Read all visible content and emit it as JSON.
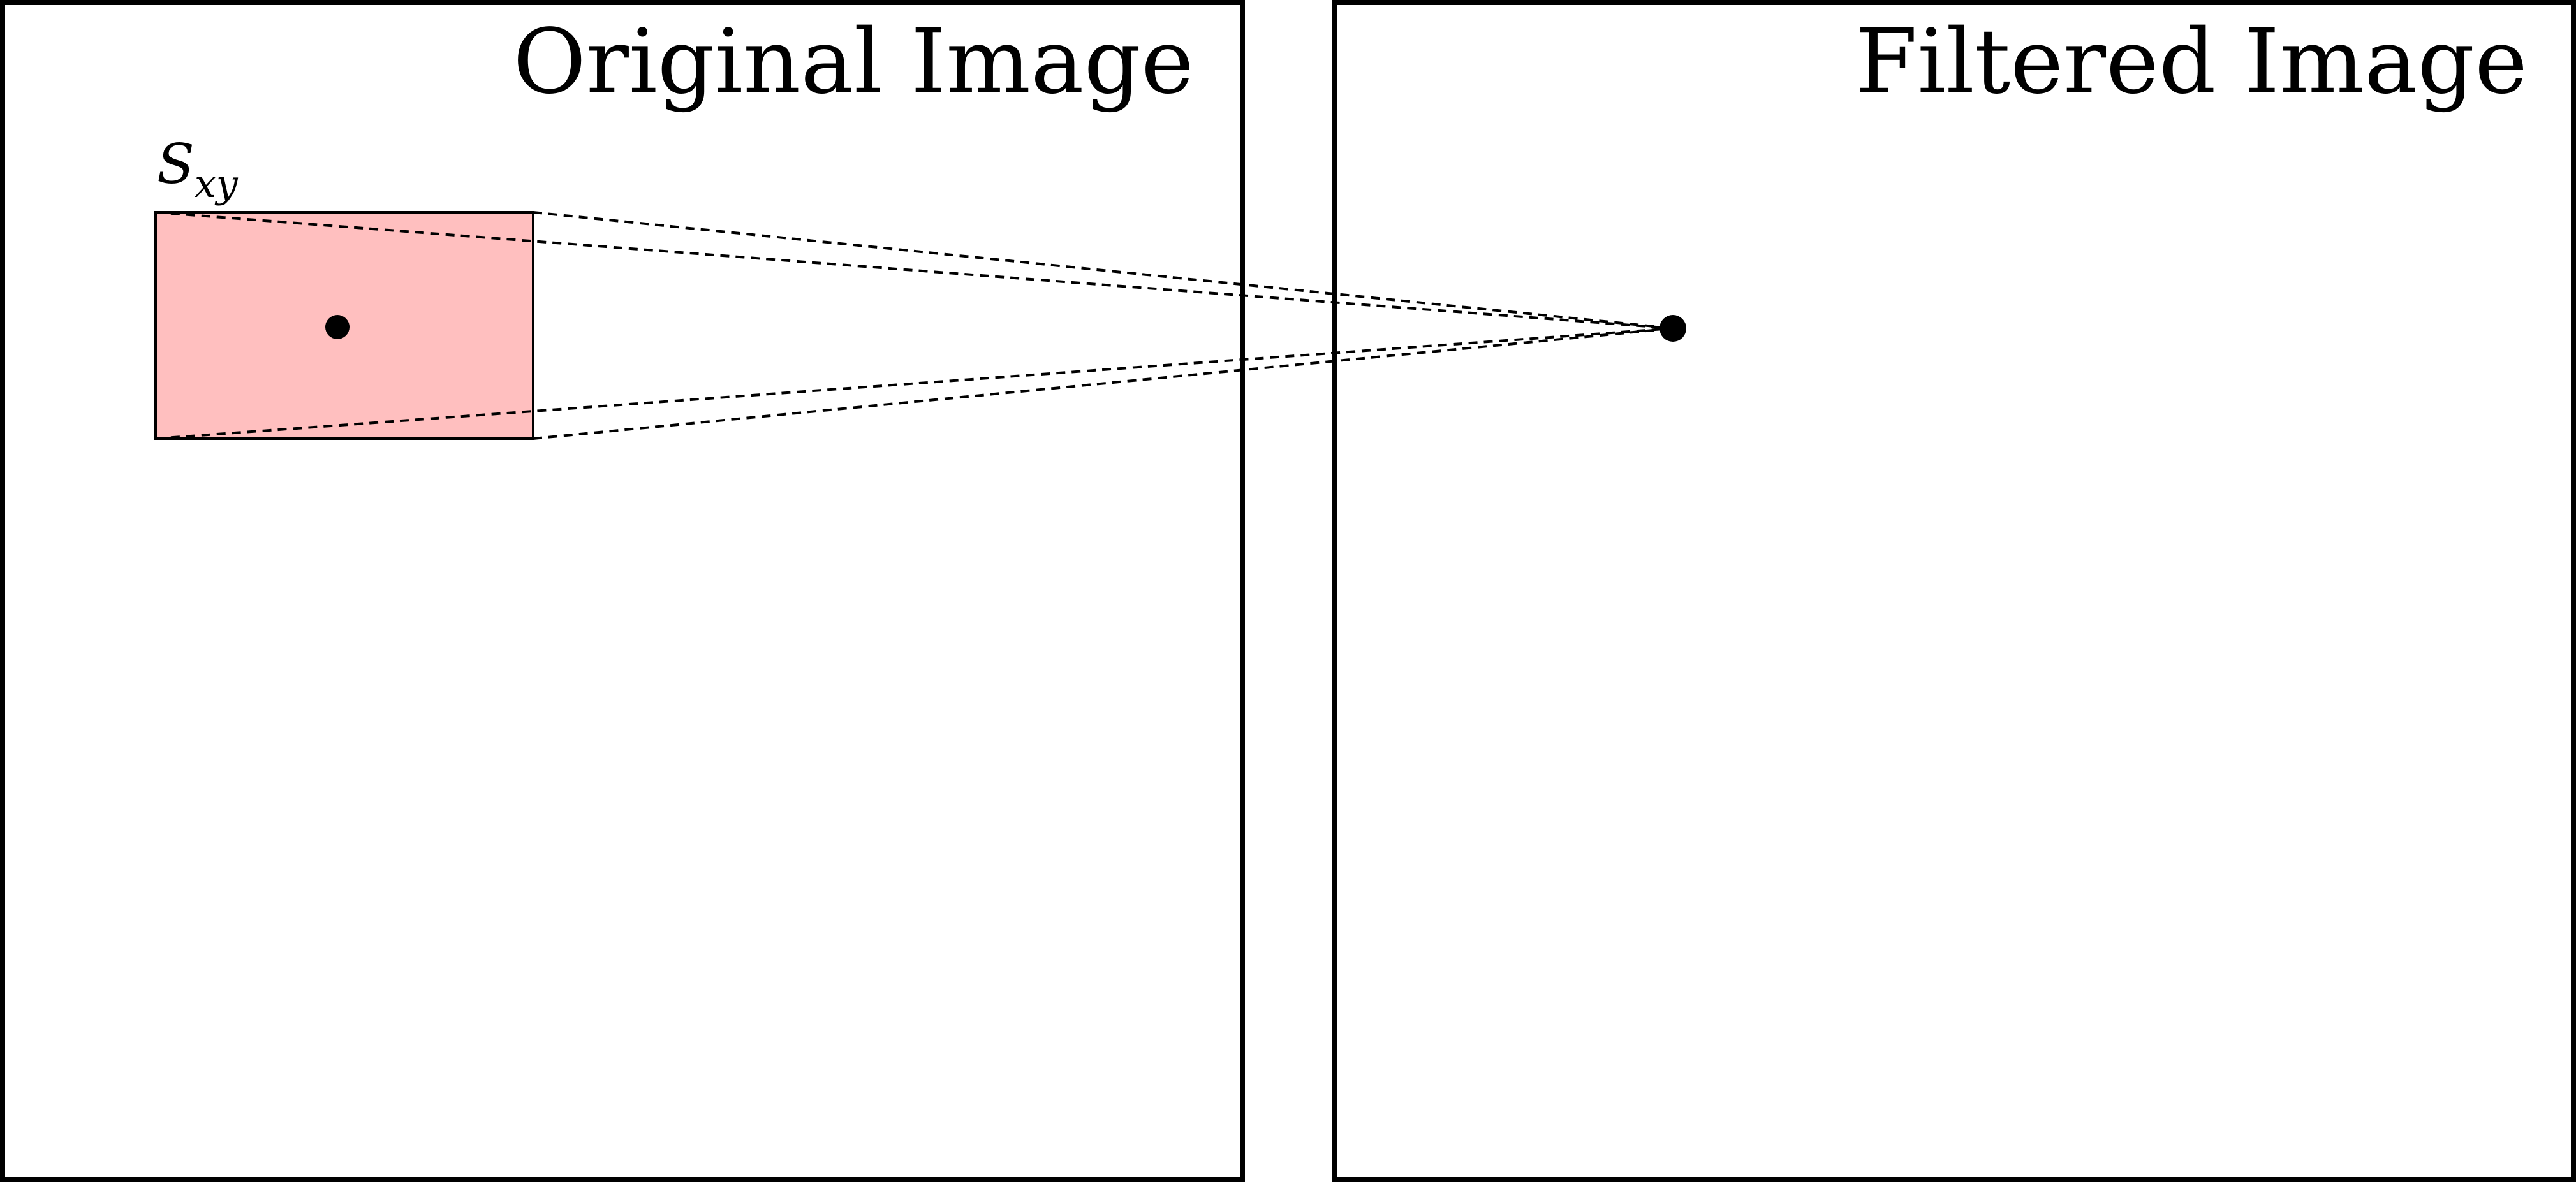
{
  "original_panel": {
    "title": "Original Image"
  },
  "filtered_panel": {
    "title": "Filtered Image"
  },
  "neighborhood": {
    "label_main": "S",
    "label_sub": "xy",
    "fill_color": "#ffbfbf"
  },
  "colors": {
    "stroke": "#000000",
    "background": "#ffffff"
  }
}
